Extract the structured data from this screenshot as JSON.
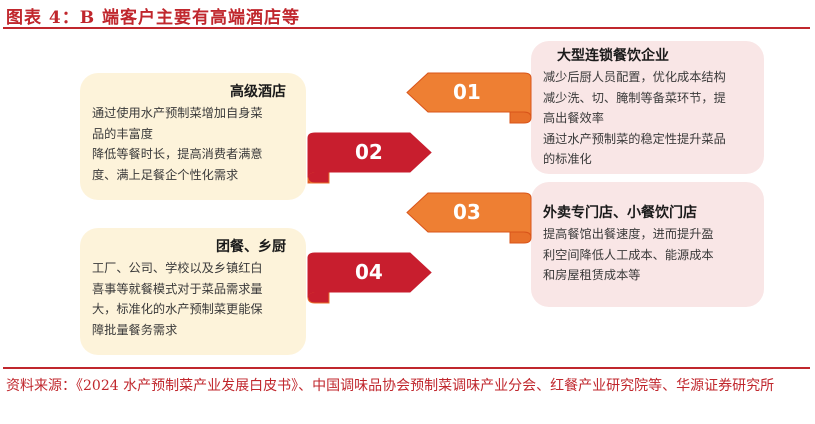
{
  "title": "图表 4：B 端客户主要有高端酒店等",
  "colors": {
    "accent_red": "#c0272d",
    "ribbon_orange": "#ee7f33",
    "ribbon_red": "#c81e2e",
    "left_card_bg": "#fdf3da",
    "right_card_bg": "#f9e6e6"
  },
  "ribbons": [
    {
      "label": "01",
      "direction": "left",
      "color": "orange"
    },
    {
      "label": "02",
      "direction": "right",
      "color": "red"
    },
    {
      "label": "03",
      "direction": "left",
      "color": "orange"
    },
    {
      "label": "04",
      "direction": "right",
      "color": "red"
    }
  ],
  "cards": {
    "large_chain": {
      "heading": "大型连锁餐饮企业",
      "lines": [
        "减少后厨人员配置，优化成本结构",
        "减少洗、切、腌制等备菜环节，提",
        "高出餐效率",
        "通过水产预制菜的稳定性提升菜品",
        "的标准化"
      ]
    },
    "high_end_hotel": {
      "heading": "高级酒店",
      "lines": [
        "通过使用水产预制菜增加自身菜",
        "品的丰富度",
        "降低等餐时长，提高消费者满意",
        "度、满上足餐企个性化需求"
      ]
    },
    "takeout_small": {
      "heading": "外卖专门店、小餐饮门店",
      "lines": [
        "提高餐馆出餐速度，进而提升盈",
        "利空间降低人工成本、能源成本",
        "和房屋租赁成本等"
      ]
    },
    "group_rural": {
      "heading": "团餐、乡厨",
      "lines": [
        "工厂、公司、学校以及乡镇红白",
        "喜事等就餐模式对于菜品需求量",
        "大，标准化的水产预制菜更能保",
        "障批量餐务需求"
      ]
    }
  },
  "source": {
    "text": "资料来源：《2024 水产预制菜产业发展白皮书》、中国调味品协会预制菜调味产业分会、红餐产业研究院等、华源证券研究所"
  }
}
